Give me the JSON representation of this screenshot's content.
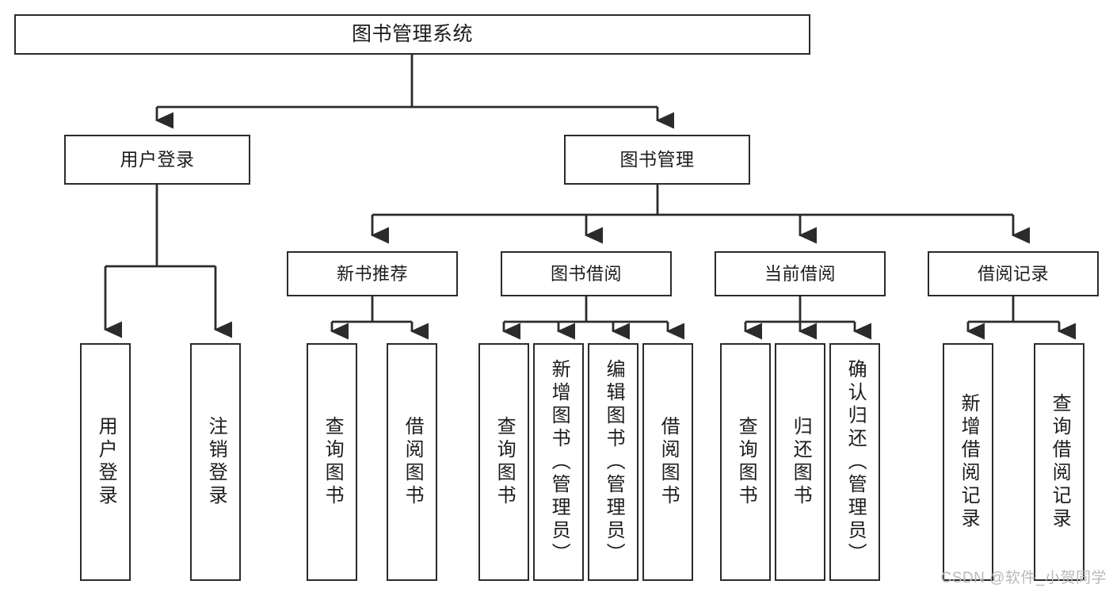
{
  "diagram": {
    "type": "tree",
    "title": "图书管理系统",
    "stroke_color": "#2b2b2b",
    "background_color": "#ffffff",
    "text_color": "#1c1c1c",
    "nodes": {
      "root": {
        "label": "图书管理系统"
      },
      "level2": [
        {
          "id": "user-login",
          "label": "用户登录"
        },
        {
          "id": "book-manage",
          "label": "图书管理"
        }
      ],
      "level3": [
        {
          "id": "new-book-recommend",
          "label": "新书推荐"
        },
        {
          "id": "book-borrow",
          "label": "图书借阅"
        },
        {
          "id": "current-borrow",
          "label": "当前借阅"
        },
        {
          "id": "borrow-record",
          "label": "借阅记录"
        }
      ],
      "leaves": {
        "user_login": [
          {
            "id": "leaf-user-login",
            "label": "用户登录"
          },
          {
            "id": "leaf-logout-login",
            "label": "注销登录"
          }
        ],
        "new_book_recommend": [
          {
            "id": "leaf-query-book-1",
            "label": "查询图书"
          },
          {
            "id": "leaf-borrow-book-1",
            "label": "借阅图书"
          }
        ],
        "book_borrow": [
          {
            "id": "leaf-query-book-2",
            "label": "查询图书"
          },
          {
            "id": "leaf-add-book",
            "label": "新增图书（管理员）"
          },
          {
            "id": "leaf-edit-book",
            "label": "编辑图书（管理员）"
          },
          {
            "id": "leaf-borrow-book-2",
            "label": "借阅图书"
          }
        ],
        "current_borrow": [
          {
            "id": "leaf-query-book-3",
            "label": "查询图书"
          },
          {
            "id": "leaf-return-book",
            "label": "归还图书"
          },
          {
            "id": "leaf-confirm-return",
            "label": "确认归还（管理员）"
          }
        ],
        "borrow_record": [
          {
            "id": "leaf-add-record",
            "label": "新增借阅记录"
          },
          {
            "id": "leaf-query-record",
            "label": "查询借阅记录"
          }
        ]
      }
    }
  },
  "watermark": {
    "text": "CSDN @软件_小贺同学"
  }
}
